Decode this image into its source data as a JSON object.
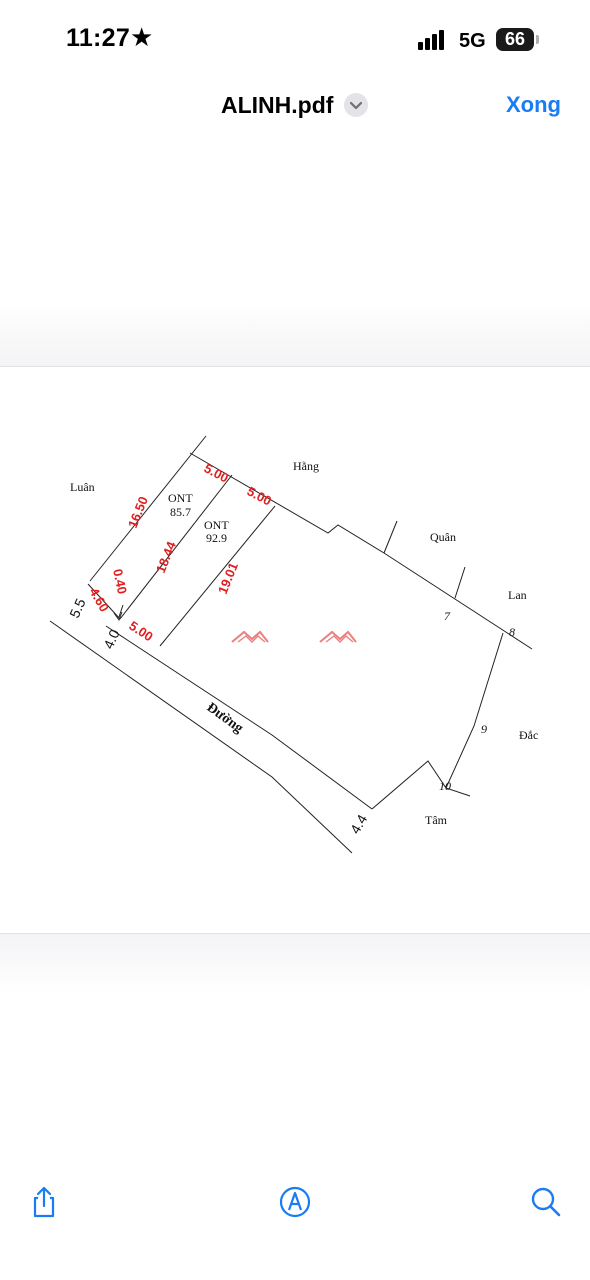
{
  "status": {
    "time": "11:27",
    "network": "5G",
    "battery": "66"
  },
  "nav": {
    "title": "ALINH.pdf",
    "done": "Xong"
  },
  "document": {
    "owners": [
      "Luân",
      "Hằng",
      "Quân",
      "Lan",
      "Đắc",
      "Tâm"
    ],
    "road": "Đường",
    "parcel_1": {
      "type": "ONT",
      "area": "85.7"
    },
    "parcel_2": {
      "type": "ONT",
      "area": "92.9"
    },
    "red_dimensions": [
      "5.00",
      "5.00",
      "16.50",
      "18.44",
      "19.01",
      "0.40",
      "4.60",
      "5.00"
    ],
    "black_dimensions": [
      "5.5",
      "4.0",
      "4.4"
    ],
    "point_numbers": [
      "7",
      "8",
      "9",
      "10"
    ],
    "colors": {
      "dimension_red": "#e02020",
      "line": "#111111",
      "accent": "#1a7cf3"
    }
  },
  "toolbar": {
    "icons": [
      "share-icon",
      "markup-icon",
      "search-icon"
    ]
  }
}
